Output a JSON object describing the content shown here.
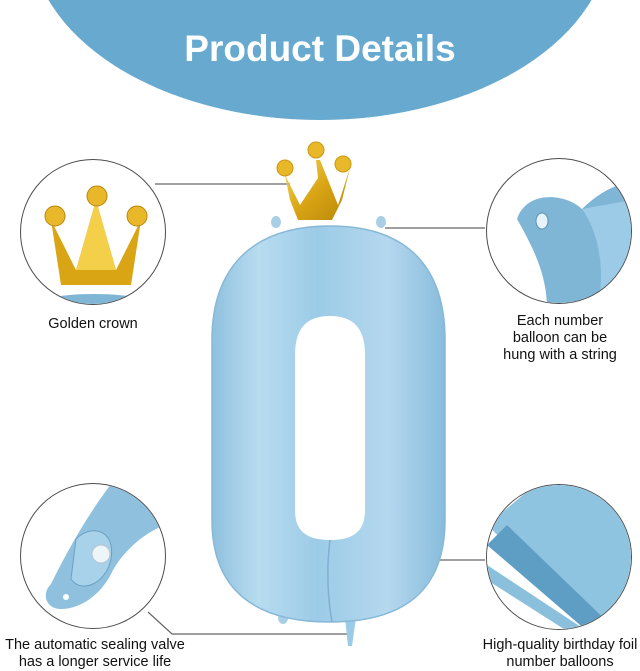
{
  "header": {
    "title": "Product Details",
    "banner_color": "#67a9cf"
  },
  "product": {
    "balloon_number": "0",
    "balloon_color": "#9ecbe6",
    "crown_color": "#e0b520"
  },
  "callouts": [
    {
      "id": "crown",
      "label": "Golden crown",
      "icon": "crown-icon"
    },
    {
      "id": "hanging-tab",
      "label_lines": [
        "Each number",
        "balloon can be",
        "hung with a string"
      ],
      "icon": "hanging-tab-icon"
    },
    {
      "id": "valve",
      "label_lines": [
        "The automatic sealing valve",
        "has a longer service life"
      ],
      "icon": "valve-icon"
    },
    {
      "id": "foil",
      "label_lines": [
        "High-quality birthday foil",
        "number balloons"
      ],
      "icon": "foil-icon"
    }
  ]
}
